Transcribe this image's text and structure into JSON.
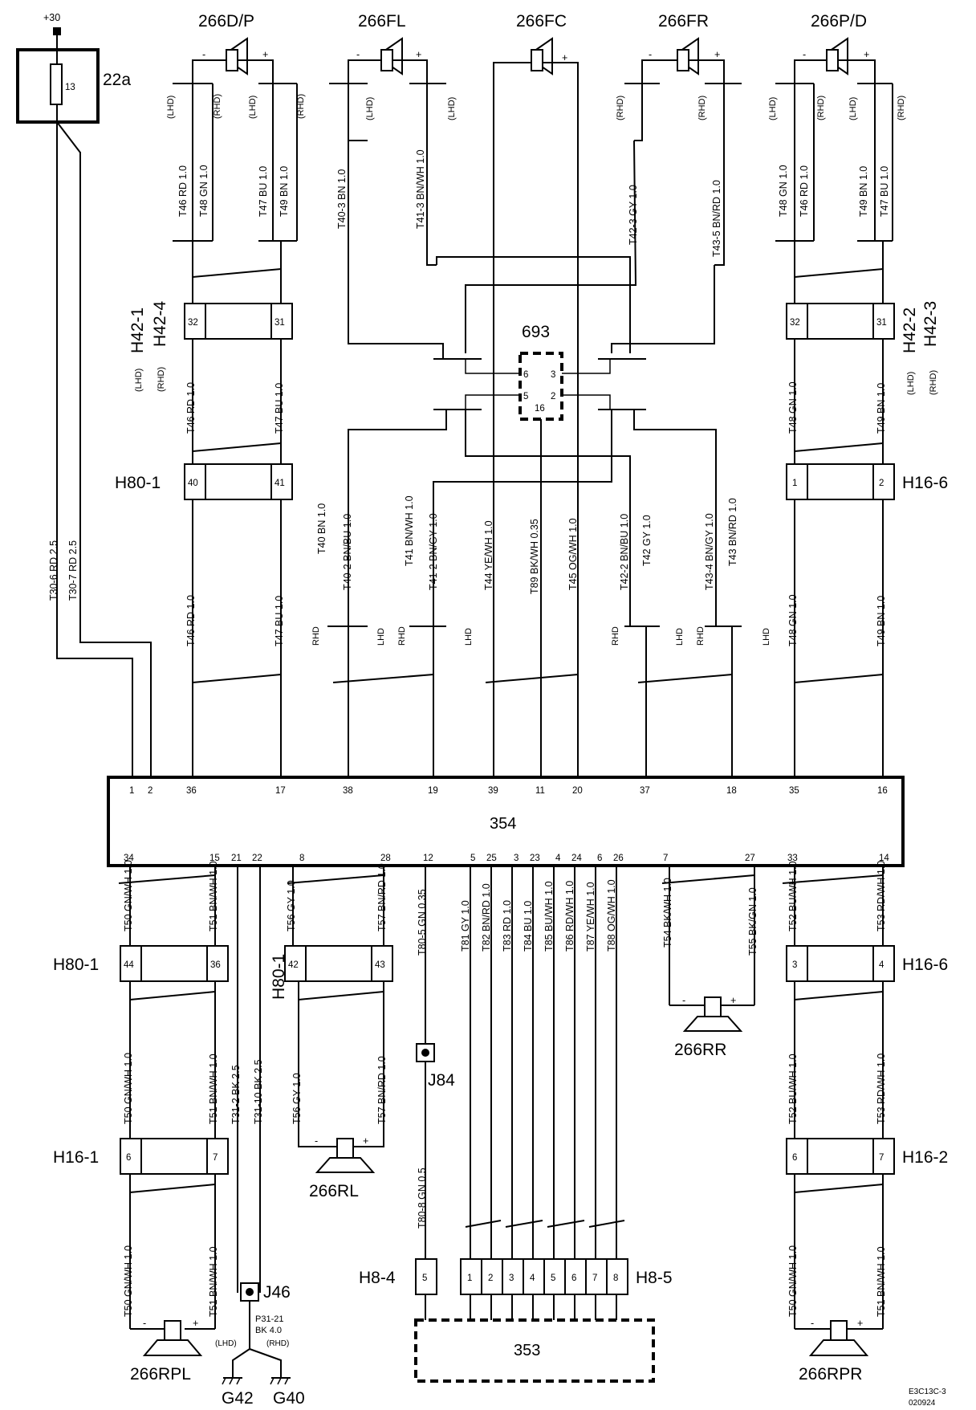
{
  "power": {
    "label": "+30"
  },
  "fuse": {
    "id": "22a",
    "number": "13"
  },
  "module": {
    "id": "354"
  },
  "amplifier": {
    "id": "353"
  },
  "switch": {
    "id": "693",
    "pins": [
      "6",
      "3",
      "5",
      "2",
      "16"
    ]
  },
  "drawing_ref": {
    "line1": "E3C13C-3",
    "line2": "020924"
  },
  "hand_drive": {
    "lhd": "(LHD)",
    "rhd": "(RHD)",
    "lhd_bare": "LHD",
    "rhd_bare": "RHD"
  },
  "speakers": {
    "d_p": "266D/P",
    "fl": "266FL",
    "fc": "266FC",
    "fr": "266FR",
    "p_d": "266P/D",
    "rr": "266RR",
    "rl": "266RL",
    "rpl": "266RPL",
    "rpr": "266RPR"
  },
  "connectors": {
    "h42_1": "H42-1",
    "h42_4": "H42-4",
    "h42_2": "H42-2",
    "h42_3": "H42-3",
    "h80_1": "H80-1",
    "h16_6": "H16-6",
    "h16_1": "H16-1",
    "h16_2": "H16-2",
    "h8_4": "H8-4",
    "h8_5": "H8-5"
  },
  "junctions": {
    "j84": "J84",
    "j46": "J46"
  },
  "grounds": {
    "g42": "G42",
    "g40": "G40"
  },
  "polarity": {
    "minus": "-",
    "plus": "+"
  },
  "pins": {
    "h42_left": [
      "32",
      "31"
    ],
    "h42_right": [
      "32",
      "31"
    ],
    "h80_upper": [
      "40",
      "41"
    ],
    "h16_6_upper": [
      "1",
      "2"
    ],
    "h80_lower_a": [
      "44",
      "36"
    ],
    "h80_lower_b": [
      "42",
      "43"
    ],
    "h16_6_lower": [
      "3",
      "4"
    ],
    "h16_1": [
      "6",
      "7"
    ],
    "h16_2": [
      "6",
      "7"
    ],
    "h8_4": [
      "5"
    ],
    "h8_5": [
      "1",
      "2",
      "3",
      "4",
      "5",
      "6",
      "7",
      "8"
    ],
    "module_top": [
      "1",
      "2",
      "36",
      "17",
      "38",
      "19",
      "39",
      "11",
      "20",
      "37",
      "18",
      "35",
      "16"
    ],
    "module_bottom": [
      "34",
      "15",
      "21",
      "22",
      "8",
      "28",
      "12",
      "5",
      "25",
      "3",
      "23",
      "4",
      "24",
      "6",
      "26",
      "7",
      "27",
      "33",
      "14"
    ]
  },
  "wires": {
    "t46_rd": "T46  RD  1.0",
    "t48_gn": "T48  GN  1.0",
    "t47_bu": "T47  BU  1.0",
    "t49_bn": "T49  BN  1.0",
    "t40_3": "T40-3  BN  1.0",
    "t41_3": "T41-3  BN/WH  1.0",
    "t42_3": "T42-3  GY  1.0",
    "t43_5": "T43-5  BN/RD  1.0",
    "t30_6": "T30-6  RD  2.5",
    "t30_7": "T30-7  RD  2.5",
    "t40": "T40  BN  1.0",
    "t40_2": "T40-2  BN/BU  1.0",
    "t41": "T41  BN/WH  1.0",
    "t41_2": "T41-2  BN/GY  1.0",
    "t44": "T44  YE/WH  1.0",
    "t89": "T89  BK/WH  0.35",
    "t45": "T45  OG/WH  1.0",
    "t42_2": "T42-2  BN/BU  1.0",
    "t42": "T42  GY  1.0",
    "t43_4": "T43-4  BN/GY  1.0",
    "t43": "T43  BN/RD  1.0",
    "t50": "T50  GN/WH  1.0",
    "t51": "T51  BN/WH  1.0",
    "t56": "T56  GY  1.0",
    "t57": "T57  BN/RD  1.0",
    "t80_5": "T80-5  GN  0.35",
    "t80_8": "T80-8  GN  0.5",
    "t81": "T81  GY  1.0",
    "t82": "T82  BN/RD  1.0",
    "t83": "T83  RD  1.0",
    "t84": "T84  BU  1.0",
    "t85": "T85  BU/WH  1.0",
    "t86": "T86  RD/WH  1.0",
    "t87": "T87  YE/WH  1.0",
    "t88": "T88  OG/WH  1.0",
    "t54": "T54  BK/WH  1.0",
    "t55": "T55  BK/GN  1.0",
    "t52": "T52  BU/WH  1.0",
    "t53": "T53  RD/WH  1.0",
    "t31_2": "T31-2  BK  2.5",
    "t31_10": "T31-10  BK  2.5",
    "p31_21_a": "P31-21",
    "p31_21_b": "BK  4.0"
  }
}
